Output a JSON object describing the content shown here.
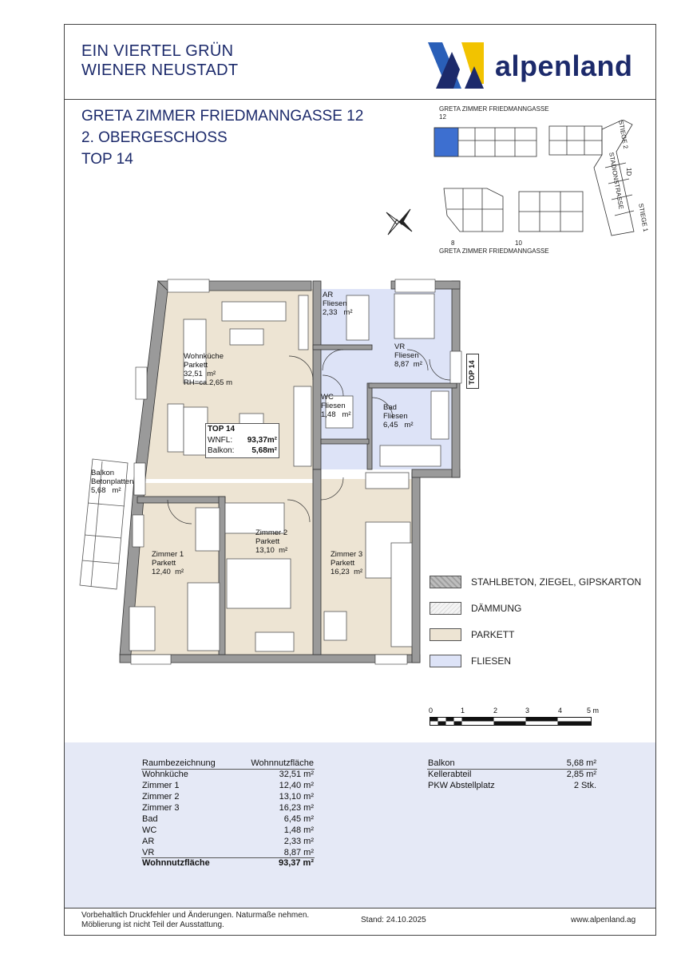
{
  "header": {
    "line1": "EIN VIERTEL GRÜN",
    "line2": "WIENER NEUSTADT",
    "logo_text": "alpenland"
  },
  "project": {
    "line1": "GRETA ZIMMER FRIEDMANNGASSE 12",
    "line2": "2. OBERGESCHOSS",
    "line3": "TOP 14"
  },
  "siteplan": {
    "top_label": "GRETA ZIMMER FRIEDMANNGASSE",
    "top_number": "12",
    "bottom_label": "GRETA ZIMMER FRIEDMANNGASSE",
    "num_8": "8",
    "num_10": "10",
    "street": "STADIONSTRASSE",
    "stiege2": "STIEGE 2",
    "stiege1": "STIEGE 1",
    "num_1d": "1D",
    "highlight_color": "#3d6fd0"
  },
  "plan": {
    "rooms": {
      "wohnkueche": {
        "name": "Wohnküche",
        "floor": "Parkett",
        "area": "32,51",
        "unit": "m²",
        "height": "RH=ca.2,65 m"
      },
      "ar": {
        "name": "AR",
        "floor": "Fliesen",
        "area": "2,33",
        "unit": "m²"
      },
      "vr": {
        "name": "VR",
        "floor": "Fliesen",
        "area": "8,87",
        "unit": "m²"
      },
      "wc": {
        "name": "WC",
        "floor": "Fliesen",
        "area": "1,48",
        "unit": "m²"
      },
      "bad": {
        "name": "Bad",
        "floor": "Fliesen",
        "area": "6,45",
        "unit": "m²"
      },
      "balkon": {
        "name": "Balkon",
        "floor": "Betonplatten",
        "area": "5,68",
        "unit": "m²"
      },
      "zimmer1": {
        "name": "Zimmer 1",
        "floor": "Parkett",
        "area": "12,40",
        "unit": "m²"
      },
      "zimmer2": {
        "name": "Zimmer 2",
        "floor": "Parkett",
        "area": "13,10",
        "unit": "m²"
      },
      "zimmer3": {
        "name": "Zimmer 3",
        "floor": "Parkett",
        "area": "16,23",
        "unit": "m²"
      }
    },
    "infobox": {
      "title": "TOP 14",
      "wnfl_label": "WNFL:",
      "wnfl_value": "93,37m²",
      "balkon_label": "Balkon:",
      "balkon_value": "5,68m²"
    },
    "top_tag": "TOP 14",
    "colors": {
      "parkett": "#ede4d3",
      "fliesen": "#dde3f7",
      "wall": "#9a9a9a"
    }
  },
  "legend": [
    {
      "label": "STAHLBETON, ZIEGEL, GIPSKARTON",
      "color": "#bdbdbd"
    },
    {
      "label": "DÄMMUNG",
      "color": "#f4f4f4"
    },
    {
      "label": "PARKETT",
      "color": "#ede4d3"
    },
    {
      "label": "FLIESEN",
      "color": "#dde3f7"
    }
  ],
  "scale": {
    "labels": [
      "0",
      "1",
      "2",
      "3",
      "4",
      "5 m"
    ]
  },
  "table": {
    "head_name": "Raumbezeichnung",
    "head_area": "Wohnnutzfläche",
    "rows": [
      {
        "name": "Wohnküche",
        "area": "32,51 m²"
      },
      {
        "name": "Zimmer 1",
        "area": "12,40 m²"
      },
      {
        "name": "Zimmer 2",
        "area": "13,10 m²"
      },
      {
        "name": "Zimmer 3",
        "area": "16,23 m²"
      },
      {
        "name": "Bad",
        "area": "6,45 m²"
      },
      {
        "name": "WC",
        "area": "1,48 m²"
      },
      {
        "name": "AR",
        "area": "2,33 m²"
      },
      {
        "name": "VR",
        "area": "8,87 m²"
      }
    ],
    "total_name": "Wohnnutzfläche",
    "total_area": "93,37 m²",
    "extras": [
      {
        "name": "Balkon",
        "value": "5,68 m²"
      },
      {
        "name": "Kellerabteil",
        "value": "2,85 m²"
      },
      {
        "name": "PKW Abstellplatz",
        "value": "2 Stk."
      }
    ]
  },
  "footer": {
    "disclaimer1": "Vorbehaltlich Druckfehler und Änderungen. Naturmaße nehmen.",
    "disclaimer2": "Möblierung ist nicht Teil der Ausstattung.",
    "stand": "Stand: 24.10.2025",
    "website": "www.alpenland.ag"
  }
}
